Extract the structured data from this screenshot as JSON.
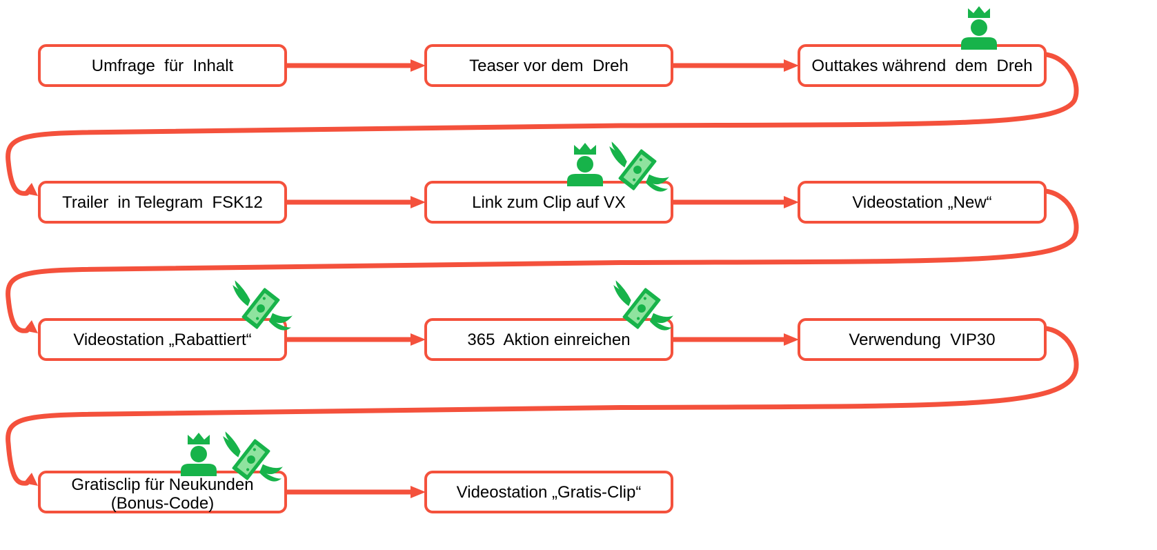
{
  "colors": {
    "accent": "#f4513c",
    "icon_green": "#17b34a",
    "icon_green_light": "#8fe39f",
    "text": "#000000",
    "background": "#ffffff"
  },
  "nodes": [
    {
      "id": "n1",
      "lines": [
        "Umfrage  für  Inhalt"
      ],
      "icons": []
    },
    {
      "id": "n2",
      "lines": [
        "Teaser vor dem  Dreh"
      ],
      "icons": []
    },
    {
      "id": "n3",
      "lines": [
        "Outtakes während  dem  Dreh"
      ],
      "icons": [
        "vip-crown-user-icon"
      ]
    },
    {
      "id": "n4",
      "lines": [
        "Trailer  in Telegram  FSK12"
      ],
      "icons": []
    },
    {
      "id": "n5",
      "lines": [
        "Link zum Clip auf VX"
      ],
      "icons": [
        "vip-crown-user-icon",
        "flying-money-icon"
      ]
    },
    {
      "id": "n6",
      "lines": [
        "Videostation „New“"
      ],
      "icons": []
    },
    {
      "id": "n7",
      "lines": [
        "Videostation „Rabattiert“"
      ],
      "icons": [
        "flying-money-icon"
      ]
    },
    {
      "id": "n8",
      "lines": [
        "365  Aktion einreichen"
      ],
      "icons": [
        "flying-money-icon"
      ]
    },
    {
      "id": "n9",
      "lines": [
        "Verwendung  VIP30"
      ],
      "icons": []
    },
    {
      "id": "n10",
      "lines": [
        "Gratisclip für Neukunden",
        "(Bonus-Code)"
      ],
      "icons": [
        "vip-crown-user-icon",
        "flying-money-icon"
      ]
    },
    {
      "id": "n11",
      "lines": [
        "Videostation „Gratis-Clip“"
      ],
      "icons": []
    }
  ],
  "edges": [
    [
      "n1",
      "n2"
    ],
    [
      "n2",
      "n3"
    ],
    [
      "n3",
      "n4"
    ],
    [
      "n4",
      "n5"
    ],
    [
      "n5",
      "n6"
    ],
    [
      "n6",
      "n7"
    ],
    [
      "n7",
      "n8"
    ],
    [
      "n8",
      "n9"
    ],
    [
      "n9",
      "n10"
    ],
    [
      "n10",
      "n11"
    ]
  ]
}
